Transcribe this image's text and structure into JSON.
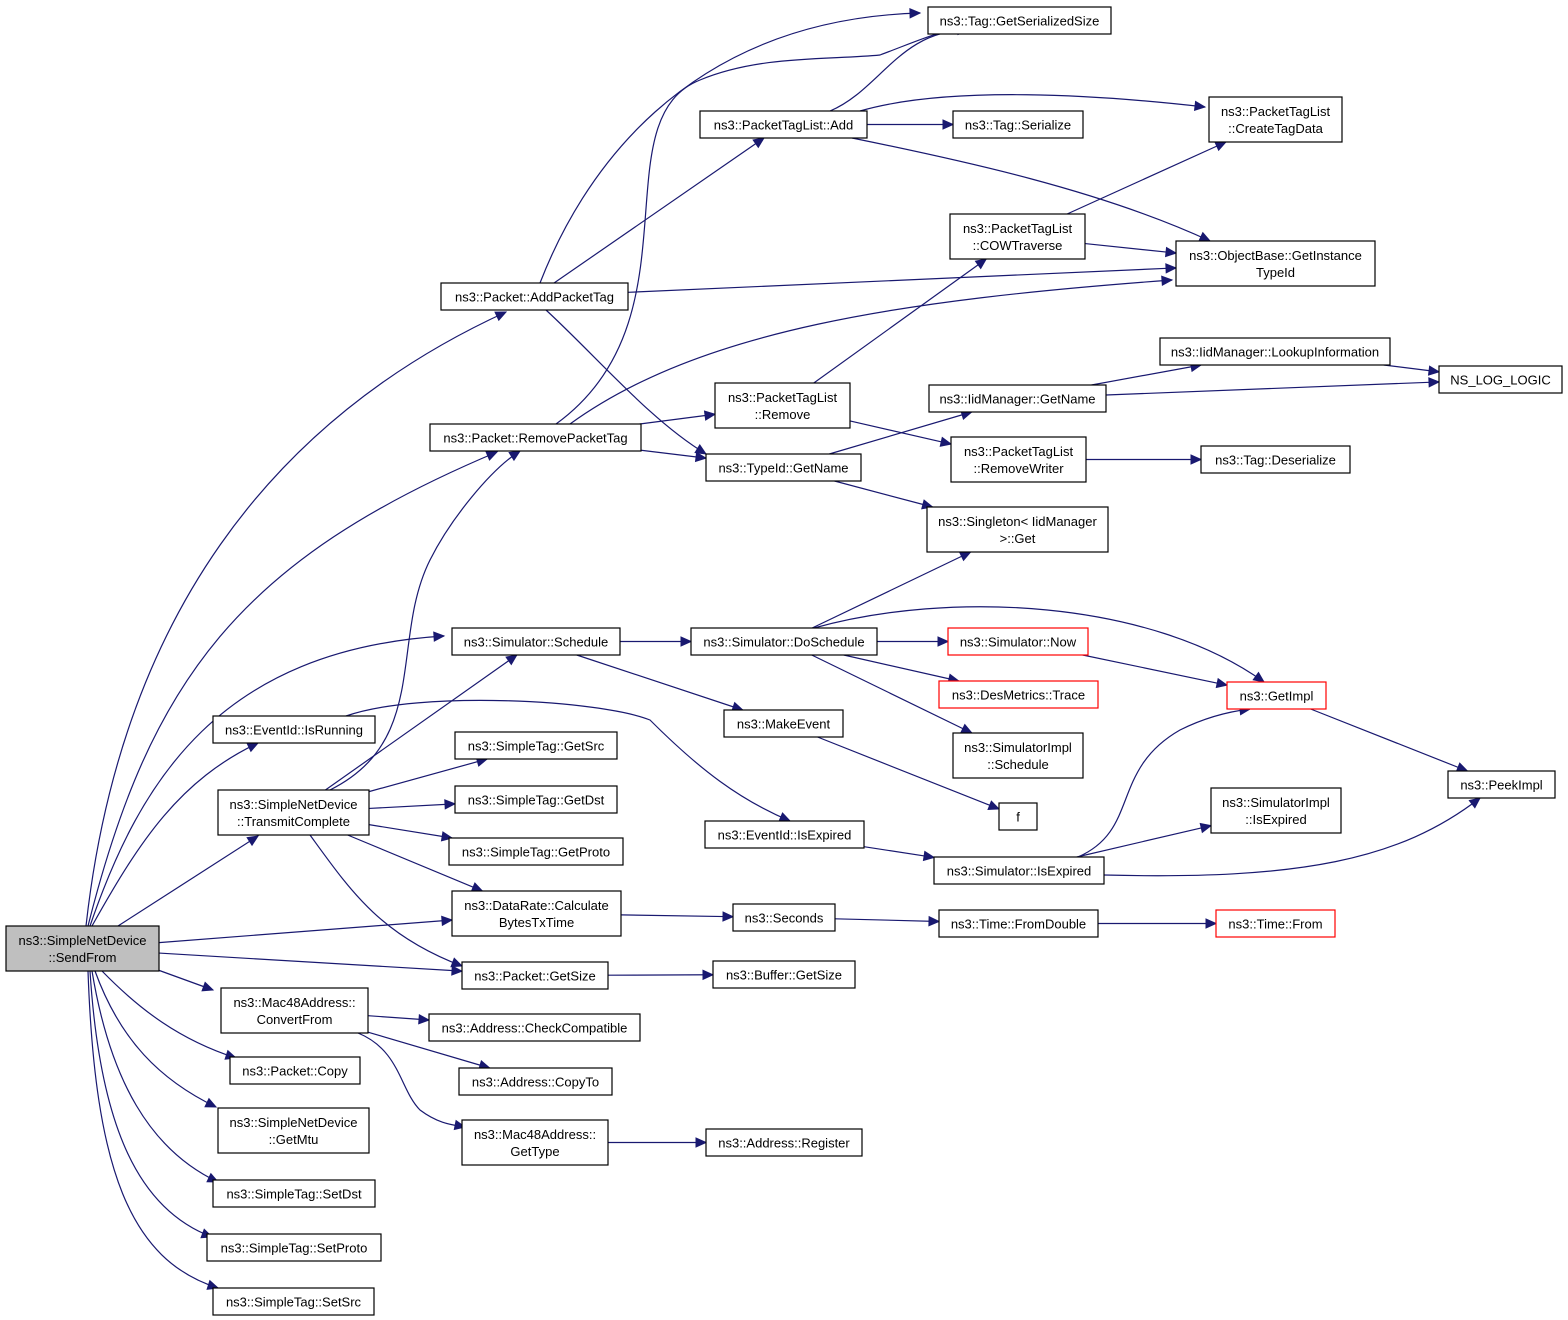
{
  "diagram": {
    "nodes": [
      {
        "id": "root",
        "lines": [
          "ns3::SimpleNetDevice",
          "::SendFrom"
        ],
        "kind": "root"
      },
      {
        "id": "addPacketTag",
        "lines": [
          "ns3::Packet::AddPacketTag"
        ]
      },
      {
        "id": "removePacketTag",
        "lines": [
          "ns3::Packet::RemovePacketTag"
        ]
      },
      {
        "id": "schedule",
        "lines": [
          "ns3::Simulator::Schedule"
        ]
      },
      {
        "id": "isRunning",
        "lines": [
          "ns3::EventId::IsRunning"
        ]
      },
      {
        "id": "transmitComplete",
        "lines": [
          "ns3::SimpleNetDevice",
          "::TransmitComplete"
        ]
      },
      {
        "id": "calcBytes",
        "lines": [
          "ns3::DataRate::Calculate",
          "BytesTxTime"
        ]
      },
      {
        "id": "getSize",
        "lines": [
          "ns3::Packet::GetSize"
        ]
      },
      {
        "id": "convertFrom",
        "lines": [
          "ns3::Mac48Address::",
          "ConvertFrom"
        ]
      },
      {
        "id": "copy",
        "lines": [
          "ns3::Packet::Copy"
        ]
      },
      {
        "id": "getMtu",
        "lines": [
          "ns3::SimpleNetDevice",
          "::GetMtu"
        ]
      },
      {
        "id": "setDst",
        "lines": [
          "ns3::SimpleTag::SetDst"
        ]
      },
      {
        "id": "setProto",
        "lines": [
          "ns3::SimpleTag::SetProto"
        ]
      },
      {
        "id": "setSrc",
        "lines": [
          "ns3::SimpleTag::SetSrc"
        ]
      },
      {
        "id": "tagSerSize",
        "lines": [
          "ns3::Tag::GetSerializedSize"
        ]
      },
      {
        "id": "ptlAdd",
        "lines": [
          "ns3::PacketTagList::Add"
        ]
      },
      {
        "id": "tagSerialize",
        "lines": [
          "ns3::Tag::Serialize"
        ]
      },
      {
        "id": "ptlCreate",
        "lines": [
          "ns3::PacketTagList",
          "::CreateTagData"
        ]
      },
      {
        "id": "ptlCow",
        "lines": [
          "ns3::PacketTagList",
          "::COWTraverse"
        ]
      },
      {
        "id": "objBase",
        "lines": [
          "ns3::ObjectBase::GetInstance",
          "TypeId"
        ]
      },
      {
        "id": "iidLookup",
        "lines": [
          "ns3::IidManager::LookupInformation"
        ]
      },
      {
        "id": "nsLog",
        "lines": [
          "NS_LOG_LOGIC"
        ]
      },
      {
        "id": "iidGetName",
        "lines": [
          "ns3::IidManager::GetName"
        ]
      },
      {
        "id": "ptlRemove",
        "lines": [
          "ns3::PacketTagList",
          "::Remove"
        ]
      },
      {
        "id": "typeIdGetName",
        "lines": [
          "ns3::TypeId::GetName"
        ]
      },
      {
        "id": "ptlRemoveWriter",
        "lines": [
          "ns3::PacketTagList",
          "::RemoveWriter"
        ]
      },
      {
        "id": "tagDeserialize",
        "lines": [
          "ns3::Tag::Deserialize"
        ]
      },
      {
        "id": "singletonGet",
        "lines": [
          "ns3::Singleton< IidManager",
          ">::Get"
        ]
      },
      {
        "id": "doSchedule",
        "lines": [
          "ns3::Simulator::DoSchedule"
        ]
      },
      {
        "id": "simNow",
        "lines": [
          "ns3::Simulator::Now"
        ],
        "kind": "red"
      },
      {
        "id": "getImpl",
        "lines": [
          "ns3::GetImpl"
        ],
        "kind": "red"
      },
      {
        "id": "desTrace",
        "lines": [
          "ns3::DesMetrics::Trace"
        ],
        "kind": "red"
      },
      {
        "id": "makeEvent",
        "lines": [
          "ns3::MakeEvent"
        ]
      },
      {
        "id": "simImplSchedule",
        "lines": [
          "ns3::SimulatorImpl",
          "::Schedule"
        ]
      },
      {
        "id": "f",
        "lines": [
          "f"
        ]
      },
      {
        "id": "peekImpl",
        "lines": [
          "ns3::PeekImpl"
        ]
      },
      {
        "id": "getSrc",
        "lines": [
          "ns3::SimpleTag::GetSrc"
        ]
      },
      {
        "id": "getDst",
        "lines": [
          "ns3::SimpleTag::GetDst"
        ]
      },
      {
        "id": "getProto",
        "lines": [
          "ns3::SimpleTag::GetProto"
        ]
      },
      {
        "id": "eventIsExpired",
        "lines": [
          "ns3::EventId::IsExpired"
        ]
      },
      {
        "id": "simIsExpired",
        "lines": [
          "ns3::Simulator::IsExpired"
        ]
      },
      {
        "id": "simImplIsExpired",
        "lines": [
          "ns3::SimulatorImpl",
          "::IsExpired"
        ]
      },
      {
        "id": "seconds",
        "lines": [
          "ns3::Seconds"
        ]
      },
      {
        "id": "fromDouble",
        "lines": [
          "ns3::Time::FromDouble"
        ]
      },
      {
        "id": "timeFrom",
        "lines": [
          "ns3::Time::From"
        ],
        "kind": "red"
      },
      {
        "id": "bufGetSize",
        "lines": [
          "ns3::Buffer::GetSize"
        ]
      },
      {
        "id": "checkCompat",
        "lines": [
          "ns3::Address::CheckCompatible"
        ]
      },
      {
        "id": "copyTo",
        "lines": [
          "ns3::Address::CopyTo"
        ]
      },
      {
        "id": "getType",
        "lines": [
          "ns3::Mac48Address::",
          "GetType"
        ]
      },
      {
        "id": "addrRegister",
        "lines": [
          "ns3::Address::Register"
        ]
      }
    ],
    "edges": [
      [
        "root",
        "addPacketTag"
      ],
      [
        "root",
        "removePacketTag"
      ],
      [
        "root",
        "schedule"
      ],
      [
        "root",
        "isRunning"
      ],
      [
        "root",
        "transmitComplete"
      ],
      [
        "root",
        "calcBytes"
      ],
      [
        "root",
        "getSize"
      ],
      [
        "root",
        "convertFrom"
      ],
      [
        "root",
        "copy"
      ],
      [
        "root",
        "getMtu"
      ],
      [
        "root",
        "setDst"
      ],
      [
        "root",
        "setProto"
      ],
      [
        "root",
        "setSrc"
      ],
      [
        "addPacketTag",
        "tagSerSize"
      ],
      [
        "addPacketTag",
        "ptlAdd"
      ],
      [
        "addPacketTag",
        "objBase"
      ],
      [
        "addPacketTag",
        "typeIdGetName"
      ],
      [
        "removePacketTag",
        "tagSerSize"
      ],
      [
        "removePacketTag",
        "objBase"
      ],
      [
        "removePacketTag",
        "ptlRemove"
      ],
      [
        "removePacketTag",
        "typeIdGetName"
      ],
      [
        "ptlAdd",
        "tagSerSize"
      ],
      [
        "ptlAdd",
        "tagSerialize"
      ],
      [
        "ptlAdd",
        "ptlCreate"
      ],
      [
        "ptlAdd",
        "objBase"
      ],
      [
        "ptlCow",
        "ptlCreate"
      ],
      [
        "ptlCow",
        "objBase"
      ],
      [
        "ptlRemove",
        "ptlCow"
      ],
      [
        "ptlRemove",
        "ptlRemoveWriter"
      ],
      [
        "typeIdGetName",
        "iidGetName"
      ],
      [
        "typeIdGetName",
        "singletonGet"
      ],
      [
        "iidGetName",
        "iidLookup"
      ],
      [
        "iidGetName",
        "nsLog"
      ],
      [
        "iidLookup",
        "nsLog"
      ],
      [
        "ptlRemoveWriter",
        "tagDeserialize"
      ],
      [
        "schedule",
        "doSchedule"
      ],
      [
        "schedule",
        "makeEvent"
      ],
      [
        "doSchedule",
        "singletonGet"
      ],
      [
        "doSchedule",
        "simNow"
      ],
      [
        "doSchedule",
        "getImpl"
      ],
      [
        "doSchedule",
        "desTrace"
      ],
      [
        "doSchedule",
        "simImplSchedule"
      ],
      [
        "simNow",
        "getImpl"
      ],
      [
        "getImpl",
        "peekImpl"
      ],
      [
        "makeEvent",
        "f"
      ],
      [
        "isRunning",
        "eventIsExpired"
      ],
      [
        "transmitComplete",
        "removePacketTag"
      ],
      [
        "transmitComplete",
        "schedule"
      ],
      [
        "transmitComplete",
        "getSrc"
      ],
      [
        "transmitComplete",
        "getDst"
      ],
      [
        "transmitComplete",
        "getProto"
      ],
      [
        "transmitComplete",
        "calcBytes"
      ],
      [
        "transmitComplete",
        "getSize"
      ],
      [
        "eventIsExpired",
        "simIsExpired"
      ],
      [
        "simIsExpired",
        "getImpl"
      ],
      [
        "simIsExpired",
        "simImplIsExpired"
      ],
      [
        "simIsExpired",
        "peekImpl"
      ],
      [
        "calcBytes",
        "seconds"
      ],
      [
        "seconds",
        "fromDouble"
      ],
      [
        "fromDouble",
        "timeFrom"
      ],
      [
        "getSize",
        "bufGetSize"
      ],
      [
        "convertFrom",
        "checkCompat"
      ],
      [
        "convertFrom",
        "copyTo"
      ],
      [
        "convertFrom",
        "getType"
      ],
      [
        "getType",
        "addrRegister"
      ]
    ]
  }
}
